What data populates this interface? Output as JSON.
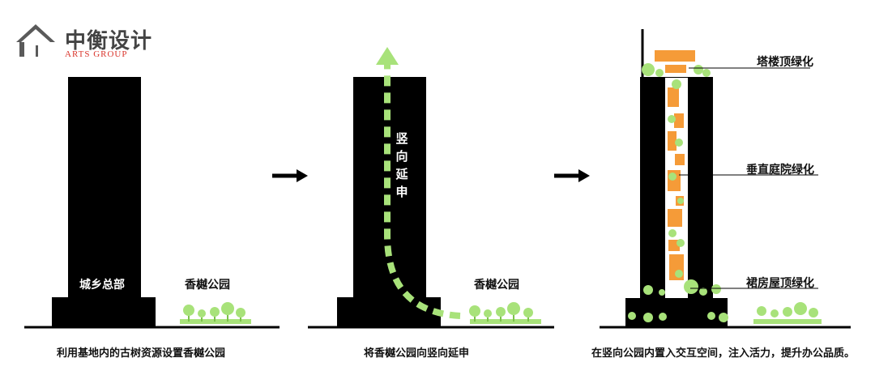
{
  "logo": {
    "name_cn": "中衡设计",
    "name_en": "ARTS GROUP"
  },
  "panel1": {
    "tower_label": "城乡总部",
    "park_label": "香樾公园",
    "caption": "利用基地内的古树资源设置香樾公园"
  },
  "panel2": {
    "vertical_label": "竖向延申",
    "park_label": "香樾公园",
    "caption": "将香樾公园向竖向延申"
  },
  "panel3": {
    "callouts": [
      "塔楼顶绿化",
      "垂直庭院绿化",
      "裙房屋顶绿化"
    ],
    "caption": "在竖向公园内置入交互空间，注入活力，提升办公品质。"
  },
  "colors": {
    "building": "#000000",
    "green": "#a8e27a",
    "green_dark": "#7cc24a",
    "orange": "#f59b38",
    "logo_grey": "#444444",
    "logo_red": "#d9342b"
  }
}
